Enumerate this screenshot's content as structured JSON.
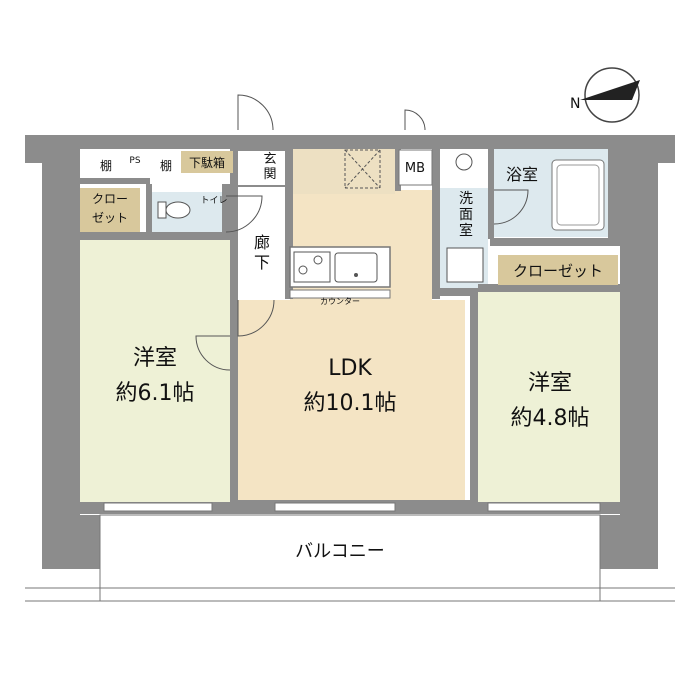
{
  "compass": {
    "label": "N"
  },
  "rooms": {
    "western_room_left": {
      "name": "洋室",
      "size": "約6.1帖"
    },
    "ldk": {
      "name": "LDK",
      "size": "約10.1帖"
    },
    "western_room_right": {
      "name": "洋室",
      "size": "約4.8帖"
    },
    "balcony": {
      "name": "バルコニー"
    },
    "bathroom": {
      "name": "浴室"
    },
    "washroom": {
      "name": "洗面室"
    },
    "toilet": {
      "name": "トイレ"
    },
    "hallway": {
      "name": "廊下"
    },
    "entrance": {
      "name": "玄関"
    }
  },
  "storage": {
    "shelf_1": "棚",
    "ps": "PS",
    "shelf_2": "棚",
    "shoe_box": "下駄箱",
    "mb": "MB",
    "closet_left": "クローゼット",
    "closet_right": "クローゼット"
  },
  "fixtures": {
    "counter": "カウンター"
  },
  "colors": {
    "wall": "#8c8c8c",
    "western_room": "#eef1d6",
    "ldk": "#f4e4c4",
    "wet_area": "#dde9ee",
    "storage_tag": "#d8c89c",
    "entrance": "#ffffff"
  }
}
